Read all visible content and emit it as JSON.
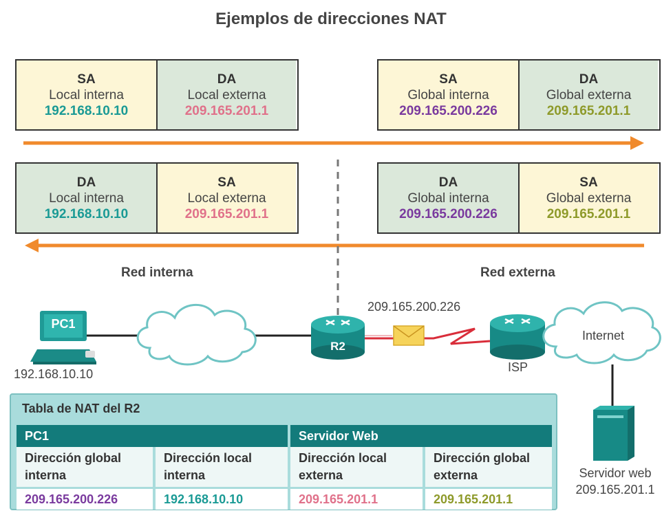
{
  "title": "Ejemplos de direcciones NAT",
  "top_left": [
    {
      "header": "SA",
      "scope": "Local interna",
      "ip": "192.168.10.10"
    },
    {
      "header": "DA",
      "scope": "Local externa",
      "ip": "209.165.201.1"
    }
  ],
  "top_right": [
    {
      "header": "SA",
      "scope": "Global interna",
      "ip": "209.165.200.226"
    },
    {
      "header": "DA",
      "scope": "Global externa",
      "ip": "209.165.201.1"
    }
  ],
  "bottom_left": [
    {
      "header": "DA",
      "scope": "Local interna",
      "ip": "192.168.10.10"
    },
    {
      "header": "SA",
      "scope": "Local externa",
      "ip": "209.165.201.1"
    }
  ],
  "bottom_right": [
    {
      "header": "DA",
      "scope": "Global interna",
      "ip": "209.165.200.226"
    },
    {
      "header": "SA",
      "scope": "Global externa",
      "ip": "209.165.201.1"
    }
  ],
  "labels": {
    "inside_network": "Red interna",
    "outside_network": "Red externa",
    "pc_name": "PC1",
    "pc_ip": "192.168.10.10",
    "router_name": "R2",
    "link_ip": "209.165.200.226",
    "isp": "ISP",
    "internet": "Internet",
    "server_name": "Servidor web",
    "server_ip": "209.165.201.1"
  },
  "nat_table": {
    "title": "Tabla de NAT del R2",
    "groups": [
      "PC1",
      "Servidor Web"
    ],
    "columns": [
      {
        "line1": "Dirección global",
        "line2": "interna",
        "value": "209.165.200.226"
      },
      {
        "line1": "Dirección local",
        "line2": "interna",
        "value": "192.168.10.10"
      },
      {
        "line1": "Dirección local",
        "line2": "externa",
        "value": "209.165.201.1"
      },
      {
        "line1": "Dirección global",
        "line2": "externa",
        "value": "209.165.201.1"
      }
    ]
  },
  "colors": {
    "arrow": "#f08a2c",
    "teal": "#1a9a95",
    "pink": "#e0718a",
    "purple": "#7a3a9e",
    "olive": "#8e9a2a",
    "table_header": "#137b7b",
    "table_bg": "#a9dcdc"
  }
}
